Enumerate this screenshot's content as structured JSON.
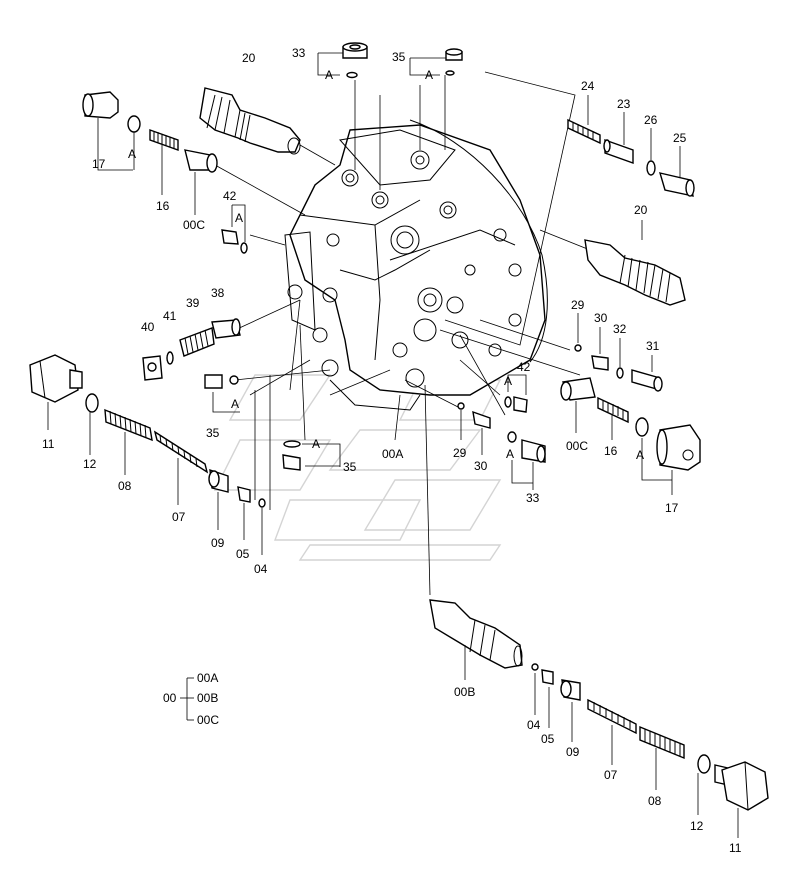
{
  "parts": {
    "p33": "33",
    "p35": "35",
    "p20": "20",
    "p24": "24",
    "p23": "23",
    "p26": "26",
    "p25": "25",
    "p17": "17",
    "p16": "16",
    "p00c": "00C",
    "p42": "42",
    "p39": "39",
    "p38": "38",
    "p40": "40",
    "p41": "41",
    "p29": "29",
    "p30": "30",
    "p32": "32",
    "p31": "31",
    "p11": "11",
    "p12": "12",
    "p08": "08",
    "p07": "07",
    "p09": "09",
    "p05": "05",
    "p04": "04",
    "p00a": "00A",
    "p00b": "00B",
    "pA": "A"
  },
  "legend": {
    "root": "00",
    "items": [
      "00A",
      "00B",
      "00C"
    ]
  }
}
